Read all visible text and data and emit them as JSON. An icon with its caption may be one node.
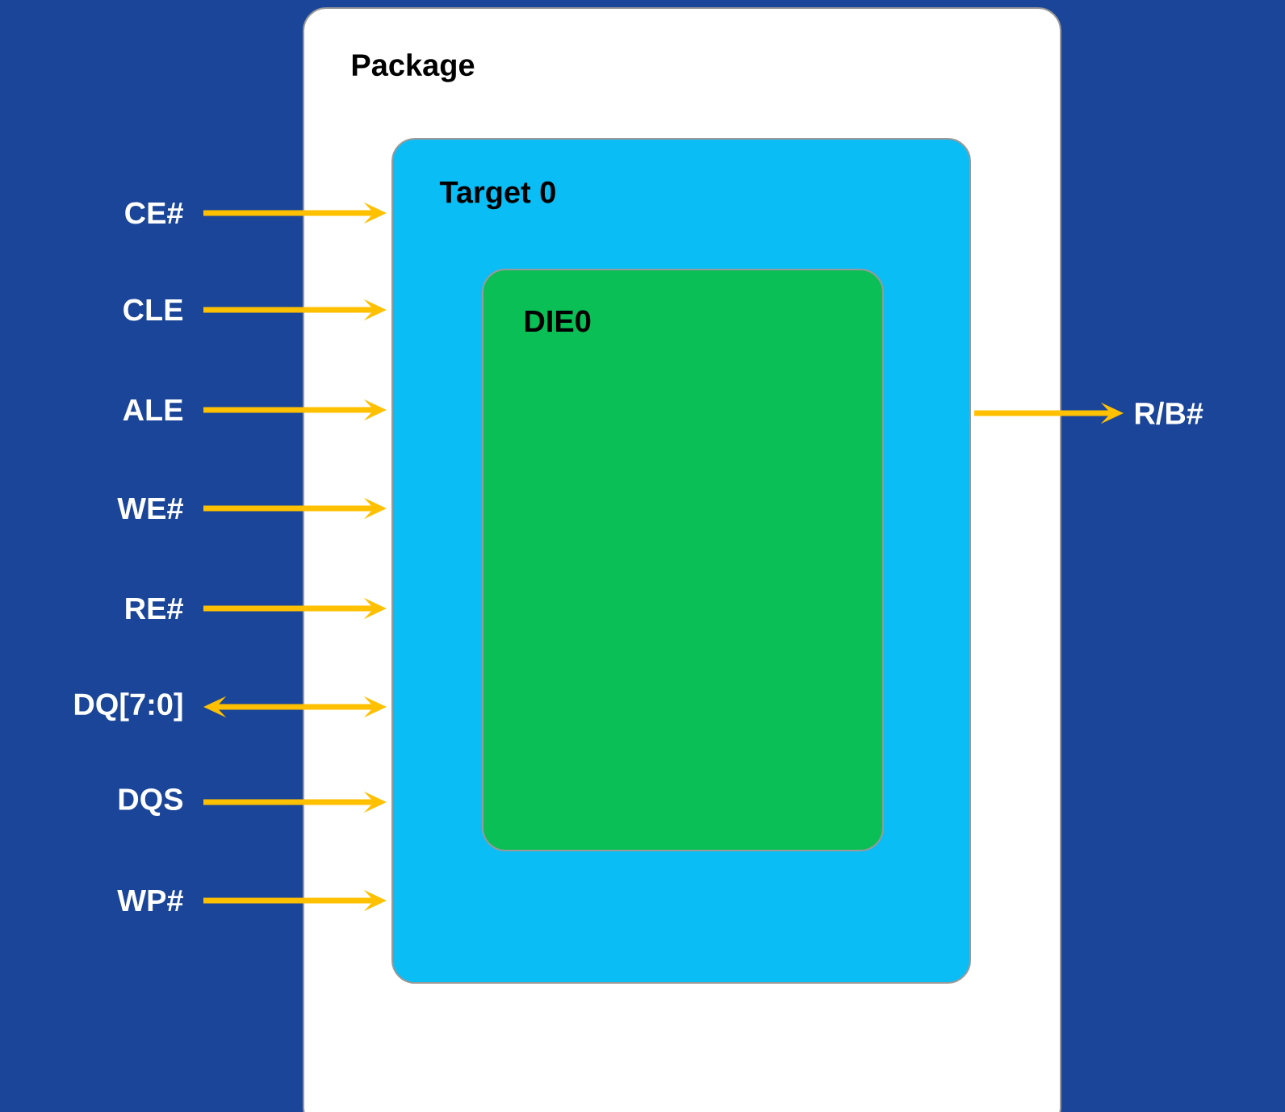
{
  "diagram": {
    "nodes": [
      {
        "text": [
          "Package"
        ]
      },
      {
        "text": [
          "Target 0"
        ],
        "in": 0
      },
      {
        "text": [
          "DIE0"
        ],
        "in": 1
      },
      {
        "text": [
          "CE#"
        ]
      },
      {
        "text": [
          "CLE"
        ]
      },
      {
        "text": [
          "ALE"
        ]
      },
      {
        "text": [
          "WE#"
        ]
      },
      {
        "text": [
          "RE#"
        ]
      },
      {
        "text": [
          "DQ[7:0]"
        ]
      },
      {
        "text": [
          "DQS"
        ]
      },
      {
        "text": [
          "WP#"
        ]
      },
      {
        "text": [
          "R/B#"
        ]
      }
    ],
    "edges": [
      {
        "from": 3,
        "to": 1,
        "arrow": "to"
      },
      {
        "from": 4,
        "to": 1,
        "arrow": "to"
      },
      {
        "from": 5,
        "to": 1,
        "arrow": "to"
      },
      {
        "from": 6,
        "to": 1,
        "arrow": "to"
      },
      {
        "from": 7,
        "to": 1,
        "arrow": "to"
      },
      {
        "from": 8,
        "to": 1,
        "arrow": "both"
      },
      {
        "from": 9,
        "to": 1,
        "arrow": "to"
      },
      {
        "from": 10,
        "to": 1,
        "arrow": "to"
      },
      {
        "from": 1,
        "to": 11,
        "arrow": "to"
      }
    ]
  }
}
